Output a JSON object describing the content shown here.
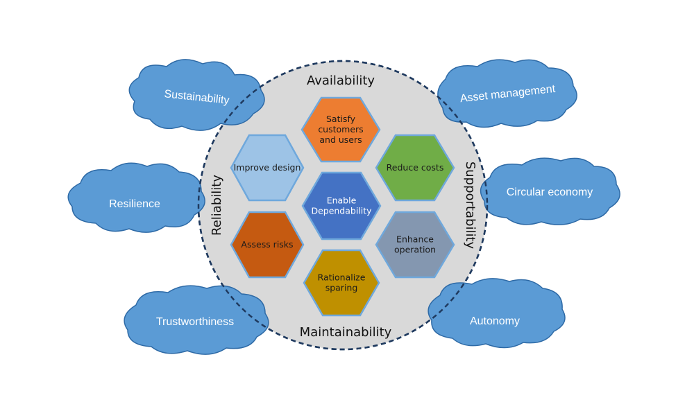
{
  "ring_labels": {
    "top": "Availability",
    "bottom": "Maintainability",
    "left": "Reliability",
    "right": "Supportability"
  },
  "hexagons": {
    "center": {
      "lines": [
        "Enable",
        "Dependability"
      ],
      "fill": "#4472c4",
      "text_color": "#ffffff"
    },
    "top": {
      "lines": [
        "Satisfy",
        "customers",
        "and users"
      ],
      "fill": "#ed7d31",
      "text_color": "#1a1a1a"
    },
    "upper_left": {
      "lines": [
        "Improve design"
      ],
      "fill": "#9dc3e6",
      "text_color": "#1a1a1a"
    },
    "upper_right": {
      "lines": [
        "Reduce costs"
      ],
      "fill": "#70ad47",
      "text_color": "#1a1a1a"
    },
    "lower_left": {
      "lines": [
        "Assess risks"
      ],
      "fill": "#c55a11",
      "text_color": "#1a1a1a"
    },
    "lower_right": {
      "lines": [
        "Enhance",
        "operation"
      ],
      "fill": "#8497b0",
      "text_color": "#1a1a1a"
    },
    "bottom": {
      "lines": [
        "Rationalize",
        "sparing"
      ],
      "fill": "#bf9000",
      "text_color": "#1a1a1a"
    }
  },
  "clouds": {
    "sustainability": "Sustainability",
    "asset_management": "Asset management",
    "resilience": "Resilience",
    "circular_economy": "Circular economy",
    "trustworthiness": "Trustworthiness",
    "autonomy": "Autonomy"
  },
  "colors": {
    "circle_fill": "#d9d9d9",
    "circle_border": "#1f3a5f",
    "cloud_fill": "#5b9bd5",
    "cloud_stroke": "#2e6aa6",
    "hex_stroke": "#6fa8dc"
  }
}
